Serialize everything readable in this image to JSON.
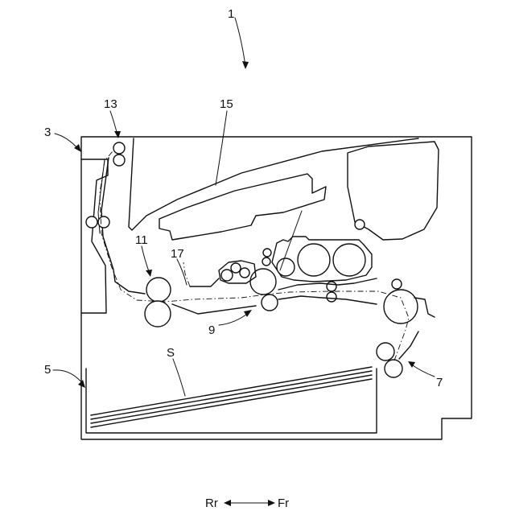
{
  "labels": {
    "apparatus": "1",
    "housing": "3",
    "feed_cassette": "5",
    "feed_unit": "7",
    "image_forming": "9",
    "fixing": "11",
    "discharge": "13",
    "scanner": "15",
    "conveying_path": "17",
    "sheet": "S"
  },
  "direction": {
    "rear": "Rr",
    "front": "Fr"
  }
}
